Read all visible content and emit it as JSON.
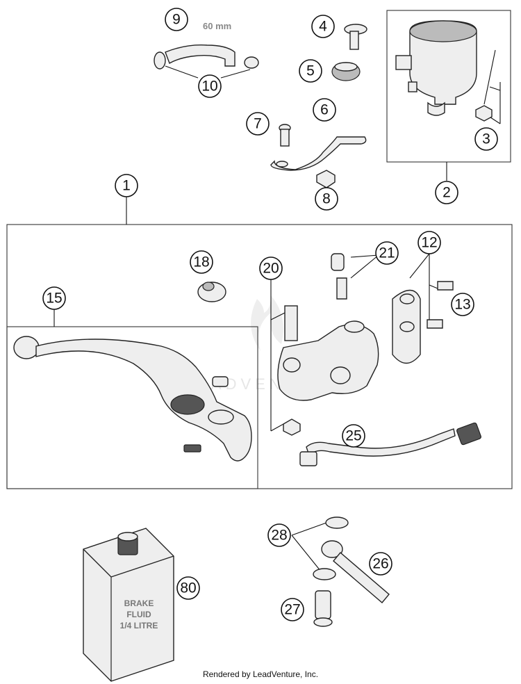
{
  "diagram": {
    "callouts": [
      "9",
      "10",
      "4",
      "5",
      "7",
      "6",
      "8",
      "3",
      "2",
      "1",
      "18",
      "20",
      "21",
      "12",
      "13",
      "15",
      "25",
      "28",
      "26",
      "80",
      "27"
    ],
    "dimension_label": "60 mm",
    "container_label": [
      "BRAKE",
      "FLUID",
      "1/4 LITRE"
    ],
    "watermark": "LEADVENTURE"
  },
  "footer": {
    "text": "Rendered by LeadVenture, Inc."
  }
}
